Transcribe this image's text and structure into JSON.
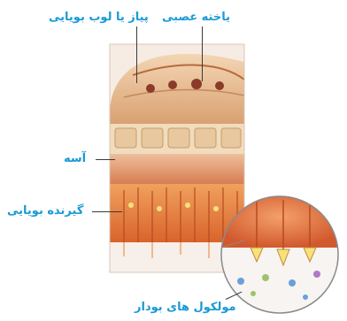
{
  "labels": {
    "olfactory_bulb": "پیاز یا لوب بویایی",
    "neuron": "یاخته عصبی",
    "bone": "آسه",
    "receptor": "گیرنده بویایی",
    "odor_molecules": "مولکول های بودار"
  },
  "colors": {
    "label": "#1a9ad6",
    "bulb": "#e7b98f",
    "bone": "#efd9b6",
    "tissue": "#d98a5a",
    "receptor_cell": "#e4753b",
    "mucus": "#f4d3c4"
  }
}
